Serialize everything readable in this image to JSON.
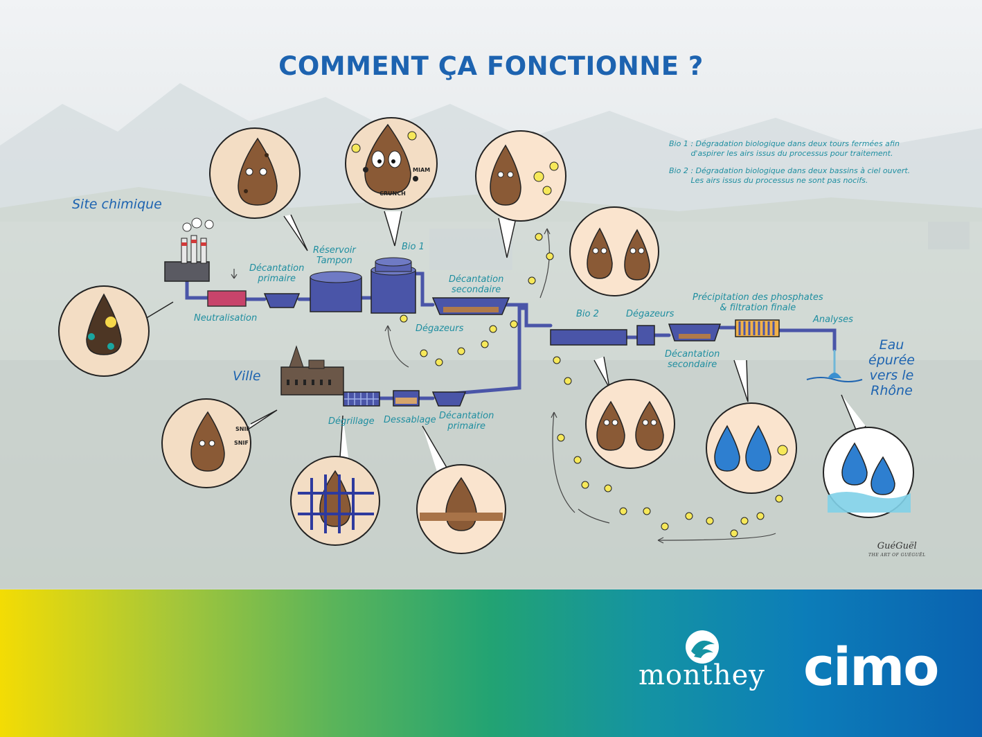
{
  "title": "COMMENT ÇA FONCTIONNE ?",
  "notes": {
    "bio1": "Bio 1 : Dégradation biologique dans deux tours fermées afin\n         d'aspirer les airs issus du processus pour traitement.",
    "bio2": "Bio 2 : Dégradation biologique dans deux bassins à ciel ouvert.\n         Les airs issus du processus ne sont pas nocifs."
  },
  "labels": {
    "site_chimique": "Site chimique",
    "ville": "Ville",
    "neutralisation": "Neutralisation",
    "decantation_primaire_1": "Décantation\nprimaire",
    "reservoir_tampon": "Réservoir\nTampon",
    "bio1": "Bio 1",
    "decantation_secondaire_1": "Décantation\nsecondaire",
    "degazeurs_1": "Dégazeurs",
    "bio2": "Bio 2",
    "degazeurs_2": "Dégazeurs",
    "precipitation": "Précipitation des phosphates\n& filtration finale",
    "analyses": "Analyses",
    "decantation_secondaire_2": "Décantation\nsecondaire",
    "eau_epuree": "Eau\népurée\nvers le\nRhône",
    "degrillage": "Dégrillage",
    "dessablage": "Dessablage",
    "decantation_primaire_2": "Décantation\nprimaire"
  },
  "bubbles": {
    "miam": "MIAM",
    "crunch": "CRUNCH",
    "snif1": "SNIF",
    "snif2": "SNIF"
  },
  "signature": {
    "name": "GuéGuël",
    "line": "THE ART OF GUÉGUËL"
  },
  "logos": {
    "monthey": "monthey",
    "cimo": "cimo"
  },
  "colors": {
    "title": "#1d63b0",
    "label": "#1f8ea0",
    "pipe": "#4a55a8",
    "drop": "#8a5a36"
  }
}
